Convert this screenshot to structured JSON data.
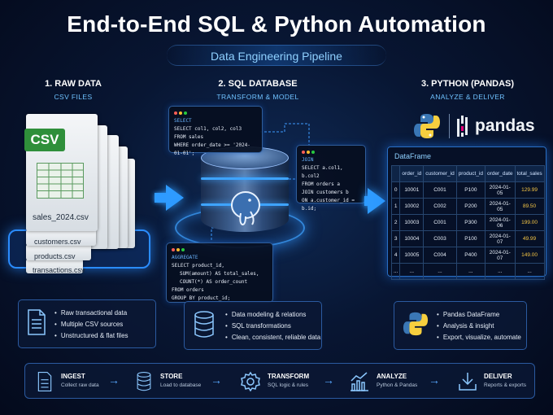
{
  "header": {
    "title": "End-to-End SQL & Python Automation",
    "subtitle": "Data Engineering Pipeline"
  },
  "stages": [
    {
      "title": "1. RAW DATA",
      "subtitle": "CSV FILES"
    },
    {
      "title": "2. SQL DATABASE",
      "subtitle": "TRANSFORM & MODEL"
    },
    {
      "title": "3. PYTHON (PANDAS)",
      "subtitle": "ANALYZE & DELIVER"
    }
  ],
  "raw_data": {
    "csv_tag": "CSV",
    "files": [
      "sales_2024.csv",
      "customers.csv",
      "products.csv",
      "transactions.csv"
    ]
  },
  "sql_select": {
    "lines": [
      "SELECT",
      "SELECT col1, col2, col3",
      "FROM sales",
      "WHERE order_date >= '2024-01-01';"
    ]
  },
  "sql_join": {
    "lines": [
      "JOIN",
      "SELECT a.col1, b.col2",
      "FROM orders a",
      "JOIN customers b",
      "ON a.customer_id = b.id;"
    ]
  },
  "sql_aggregate": {
    "lines": [
      "AGGREGATE",
      "SELECT product_id,",
      "SUM(amount) AS total_sales,",
      "COUNT(*) AS order_count",
      "FROM orders",
      "GROUP BY product_id;"
    ]
  },
  "python_logo": {
    "pandas_label": "pandas"
  },
  "dataframe": {
    "title": "DataFrame",
    "columns": [
      "",
      "order_id",
      "customer_id",
      "product_id",
      "order_date",
      "total_sales"
    ],
    "rows": [
      [
        "0",
        "10001",
        "C001",
        "P100",
        "2024-01-05",
        "129.99"
      ],
      [
        "1",
        "10002",
        "C002",
        "P200",
        "2024-01-05",
        "89.50"
      ],
      [
        "2",
        "10003",
        "C001",
        "P300",
        "2024-01-06",
        "199.00"
      ],
      [
        "3",
        "10004",
        "C003",
        "P100",
        "2024-01-07",
        "49.99"
      ],
      [
        "4",
        "10005",
        "C004",
        "P400",
        "2024-01-07",
        "149.00"
      ],
      [
        "...",
        "...",
        "...",
        "...",
        "...",
        "..."
      ]
    ]
  },
  "features": [
    {
      "icon": "document-icon",
      "items": [
        "Raw transactional data",
        "Multiple CSV sources",
        "Unstructured & flat files"
      ]
    },
    {
      "icon": "database-icon",
      "items": [
        "Data modeling & relations",
        "SQL transformations",
        "Clean, consistent, reliable data"
      ]
    },
    {
      "icon": "python-icon",
      "items": [
        "Pandas DataFrame",
        "Analysis & insight",
        "Export, visualize, automate"
      ]
    }
  ],
  "pipeline": [
    {
      "icon": "document-icon",
      "title": "INGEST",
      "subtitle": "Collect raw data"
    },
    {
      "icon": "database-icon",
      "title": "STORE",
      "subtitle": "Load to database"
    },
    {
      "icon": "gear-icon",
      "title": "TRANSFORM",
      "subtitle": "SQL logic & rules"
    },
    {
      "icon": "chart-icon",
      "title": "ANALYZE",
      "subtitle": "Python & Pandas"
    },
    {
      "icon": "download-icon",
      "title": "DELIVER",
      "subtitle": "Reports & exports"
    }
  ],
  "colors": {
    "accent": "#2e9bff",
    "csv_green": "#2f8f3a",
    "sales_yellow": "#f6c645",
    "python_blue": "#3a77b5",
    "python_yellow": "#f7cf3e"
  }
}
